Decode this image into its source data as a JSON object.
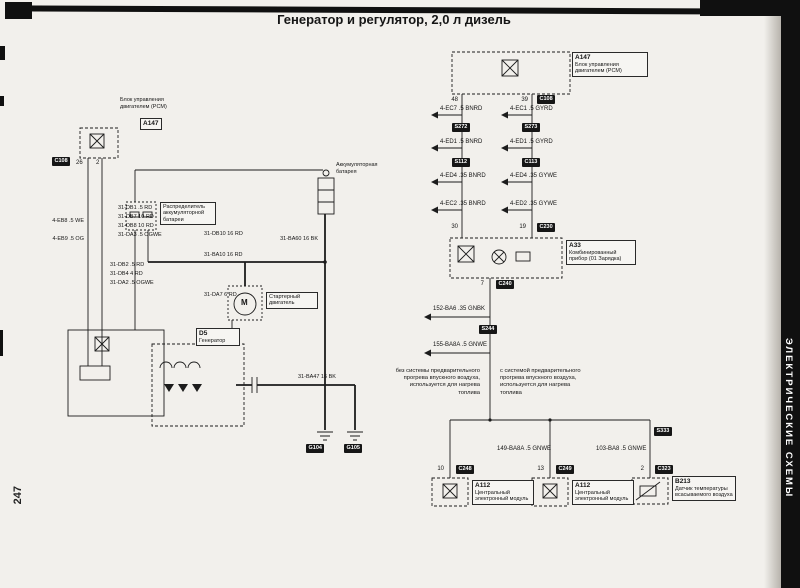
{
  "page": {
    "title": "Генератор и регулятор, 2,0 л дизель",
    "page_number": "247",
    "edge_tab": "ЭЛЕКТРИЧЕСКИЕ СХЕМЫ"
  },
  "right": {
    "pcm": {
      "code": "A147",
      "label": "Блок управления двигателем (PCM)"
    },
    "cluster": {
      "code": "A33",
      "label": "Комбинированный прибор (01 Зарядка)"
    },
    "cem": {
      "code": "A112",
      "label": "Центральный электронный модуль"
    },
    "iat": {
      "code": "B213",
      "label": "Датчик температуры всасываемого воздуха"
    },
    "pins": {
      "p48": "48",
      "p39": "39",
      "p30": "30",
      "p19": "19",
      "p7": "7",
      "p10": "10",
      "p13": "13",
      "p2": "2"
    },
    "badges": {
      "c108": "C108",
      "s272": "S272",
      "s273": "S273",
      "s112": "S112",
      "c113": "C113",
      "c230": "C230",
      "c240": "C240",
      "s244": "S244",
      "s333": "S333",
      "c248": "C248",
      "c249": "C249",
      "c323": "C323"
    },
    "wires": {
      "r1l": "4-EC7 .5 BNRD",
      "r1r": "4-EC1 .5 GYRD",
      "r2l": "4-ED1 .5 BNRD",
      "r2r": "4-ED1 .5 GYRD",
      "r3l": "4-ED4 .35 BNRD",
      "r3r": "4-ED4 .35 GYWE",
      "r4l": "4-EC2 .35 BNRD",
      "r4r": "4-ED2 .35 GYWE",
      "w152": "152-BA6 .35 GNBK",
      "w155": "155-BA8A .5 GNWE",
      "w149": "149-BA8A .5 GNWE",
      "w103": "103-BA8 .5 GNWE"
    },
    "notes": {
      "left": "без системы предварительного прогрева впускного воздуха, используется для нагрева топлива",
      "right": "с системой предварительного прогрева впускного воздуха, используется для нагрева топлива"
    }
  },
  "left": {
    "pcm": {
      "code": "A147",
      "label": "Блок управления двигателем (PCM)"
    },
    "battery": {
      "label": "Аккумуляторная батарея"
    },
    "distribution": {
      "label": "Распределитель аккумуляторной батареи"
    },
    "starter": {
      "label": "Стартерный двигатель",
      "symbol": "M"
    },
    "generator": {
      "code": "D5",
      "label": "Генератор"
    },
    "pins": {
      "p26": "26",
      "p2": "2"
    },
    "badges": {
      "c108": "C108",
      "g104": "G104",
      "g105": "G105"
    },
    "wires": {
      "w1": "31-DB1 .5 RD",
      "w2": "31-DB7 10 RD",
      "w3": "31-DB8 10 RD",
      "w4": "31-DA3 .5 OGWE",
      "w5": "31-DB2 .5 RD",
      "w6": "31-DB4 4 RD",
      "w7": "31-DA2 .5 OGWE",
      "w8": "31-DB10 16 RD",
      "w9": "31-BA10 16 RD",
      "w10": "31-DA7 6 RD",
      "w11": "31-BA60 16 BK",
      "w12": "31-BA47 16 BK",
      "w13": "4-EB8 .5 WE",
      "w14": "4-EB9 .5 OG"
    }
  }
}
